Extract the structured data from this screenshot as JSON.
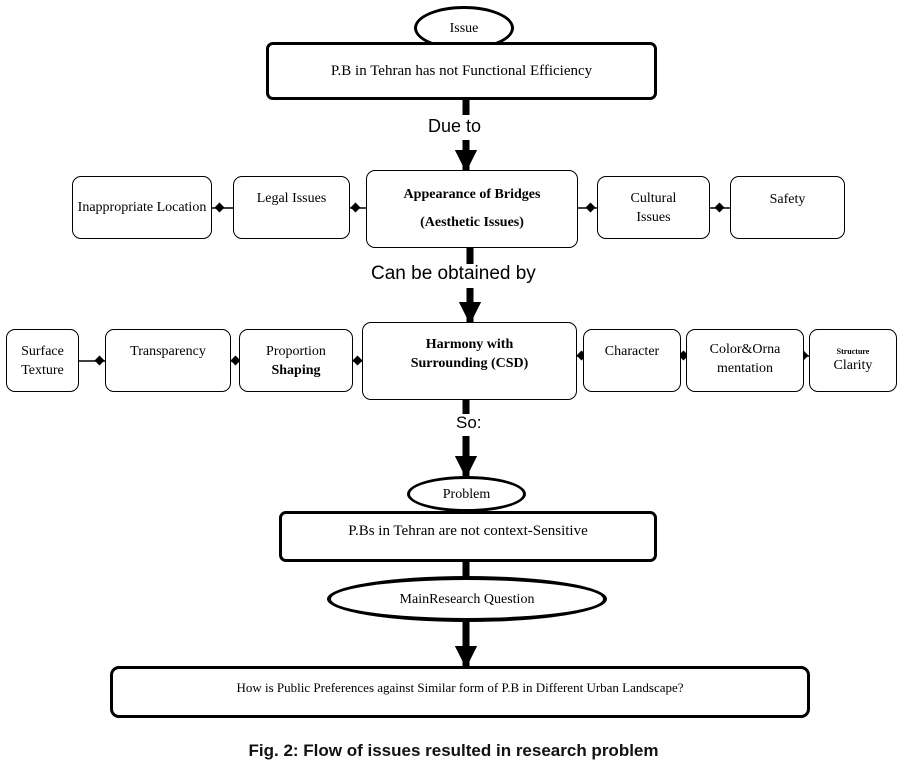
{
  "nodes": {
    "issue": "Issue",
    "issue_statement": "P.B in Tehran has not Functional Efficiency",
    "aesthetic_line1": "Appearance of Bridges",
    "aesthetic_line2": "(Aesthetic Issues)",
    "inappropriate_location": "Inappropriate Location",
    "legal_issues": "Legal Issues",
    "cultural_issues": "Cultural Issues",
    "safety": "Safety",
    "harmony_line1": "Harmony with",
    "harmony_line2": "Surrounding (CSD)",
    "surface_texture": "Surface Texture",
    "transparency": "Transparency",
    "proportion": "Proportion",
    "shaping": "Shaping",
    "character": "Character",
    "color_ornamentation_line1": "Color&Orna",
    "color_ornamentation_line2": "mentation",
    "structure_small": "Structure",
    "clarity": "Clarity",
    "problem": "Problem",
    "problem_statement": "P.Bs in Tehran are not context-Sensitive",
    "main_research_question": "MainResearch Question",
    "question": "How is Public Preferences against Similar form of P.B in Different Urban Landscape?"
  },
  "connectors": {
    "due_to": "Due to",
    "can_be_obtained_by": "Can be obtained by",
    "so": "So:"
  },
  "caption": "Fig. 2: Flow of issues resulted in research problem"
}
